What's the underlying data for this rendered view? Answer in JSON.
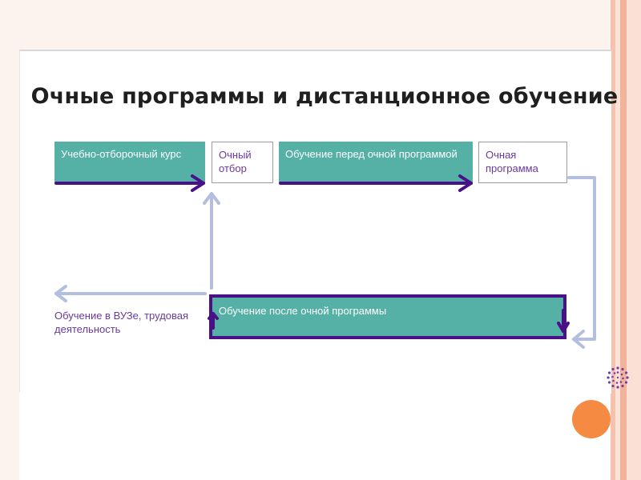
{
  "slide": {
    "title": "Очные программы и дистанционное обучение"
  },
  "flow": {
    "top_row": [
      {
        "label": "Учебно-отборочный курс",
        "style": "filled"
      },
      {
        "label": "Очный отбор",
        "style": "outline"
      },
      {
        "label": "Обучение перед очной программой",
        "style": "filled"
      },
      {
        "label": "Очная программа",
        "style": "outline"
      }
    ],
    "bottom_box": {
      "label": "Обучение после очной программы",
      "style": "filled-bordered"
    },
    "exit_label": "Обучение в ВУЗе, трудовая деятельность"
  },
  "colors": {
    "teal": "#55b0a6",
    "purple_arrow": "#4a1088",
    "light_arrow": "#b4bfe0",
    "outline_text": "#6a3a9c",
    "accent_orange": "#f58a42"
  },
  "icons": [
    "dotted-circle-logo-icon",
    "orange-circle-decoration-icon"
  ]
}
